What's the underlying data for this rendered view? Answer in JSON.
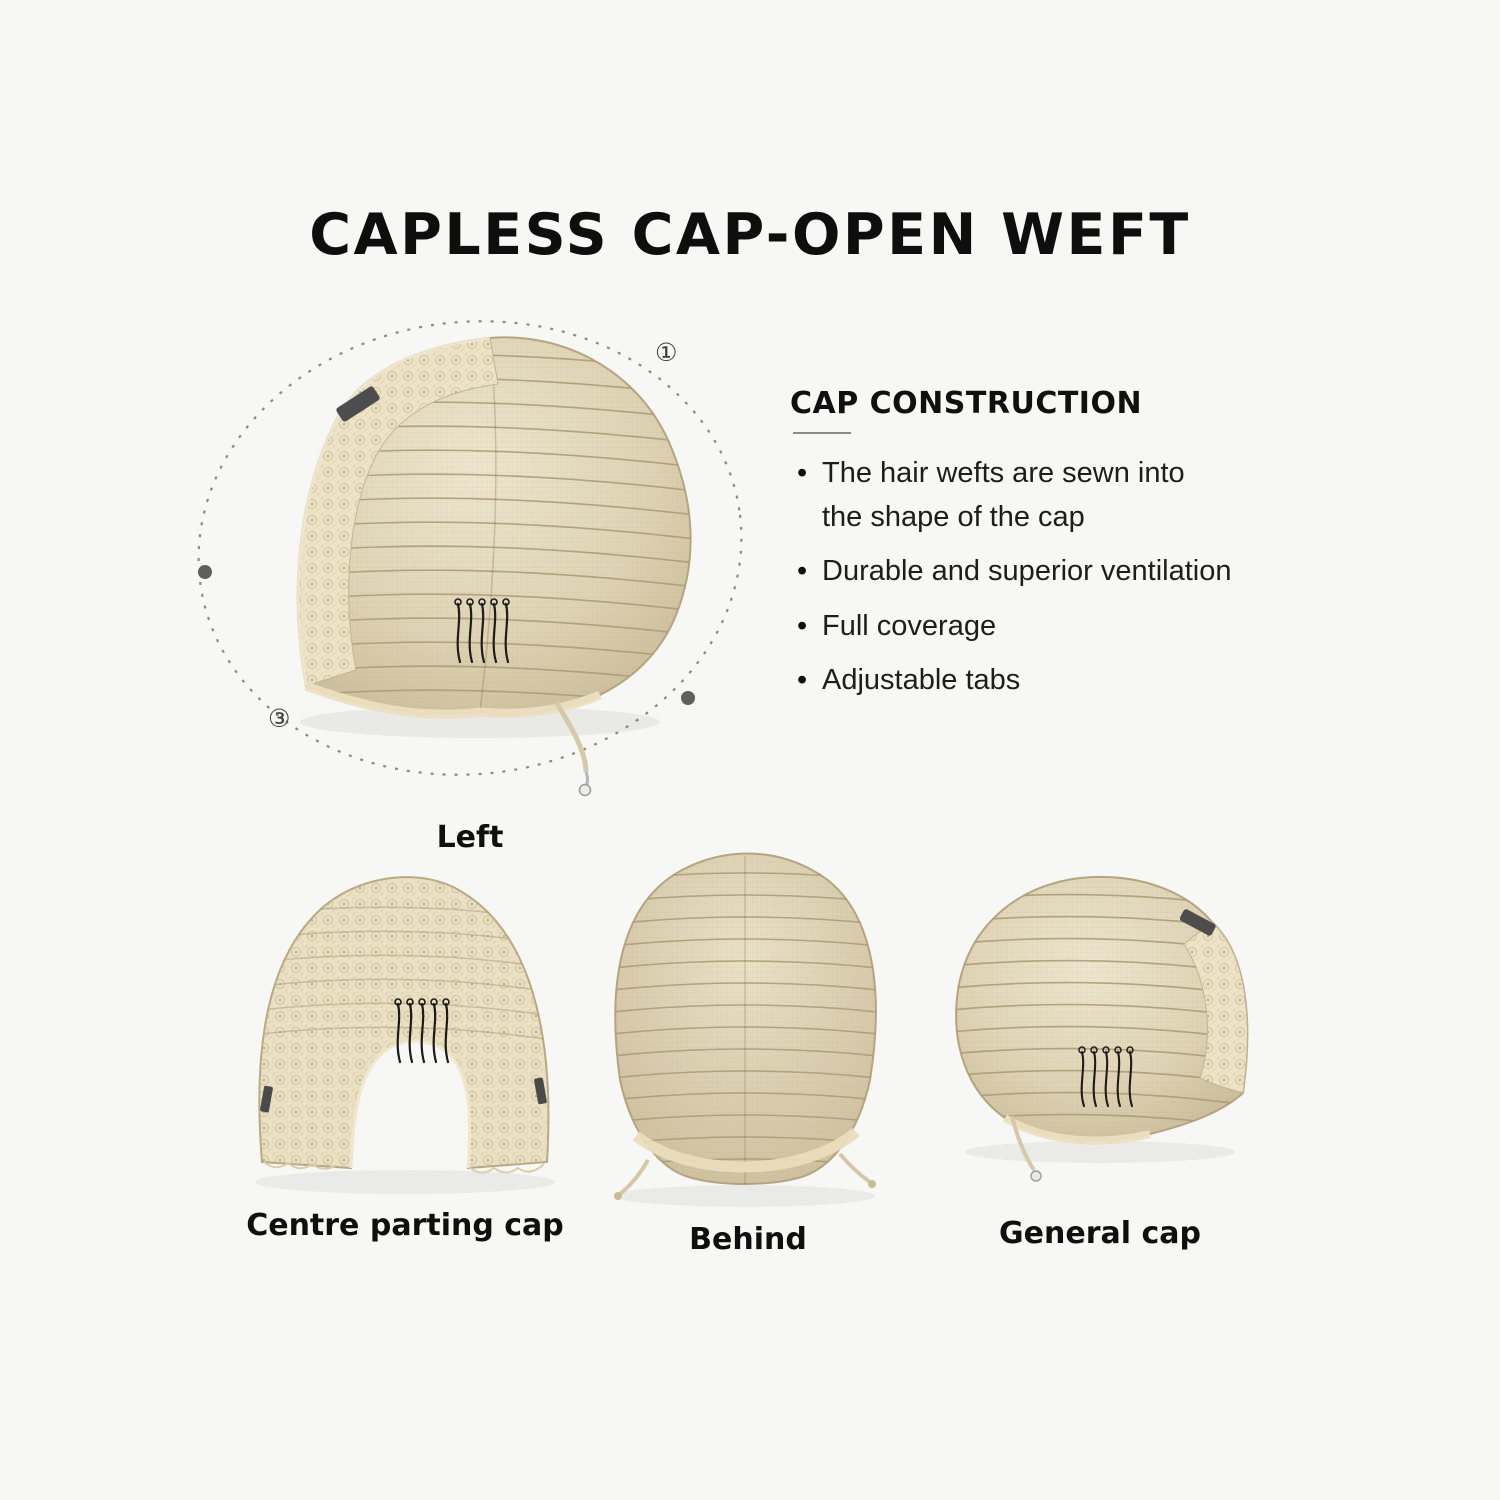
{
  "page": {
    "title": "CAPLESS CAP-OPEN WEFT",
    "background": "#f7f7f5"
  },
  "construction": {
    "heading": "CAP CONSTRUCTION",
    "bullets": [
      "The hair wefts are sewn into\nthe shape of the cap",
      "Durable and superior ventilation",
      "Full coverage",
      "Adjustable tabs"
    ]
  },
  "diagram": {
    "marker_top": "①",
    "marker_bottom": "③",
    "main_view_label": "Left"
  },
  "views": [
    {
      "label": "Centre parting cap"
    },
    {
      "label": "Behind"
    },
    {
      "label": "General cap"
    }
  ],
  "colors": {
    "cap_base": "#e3d8ba",
    "cap_shade": "#c9ba97",
    "lace": "#ece2c6",
    "weft_line": "#a99973",
    "tab_dark": "#4d4d4d",
    "outline_dots": "#5f5f5f"
  }
}
